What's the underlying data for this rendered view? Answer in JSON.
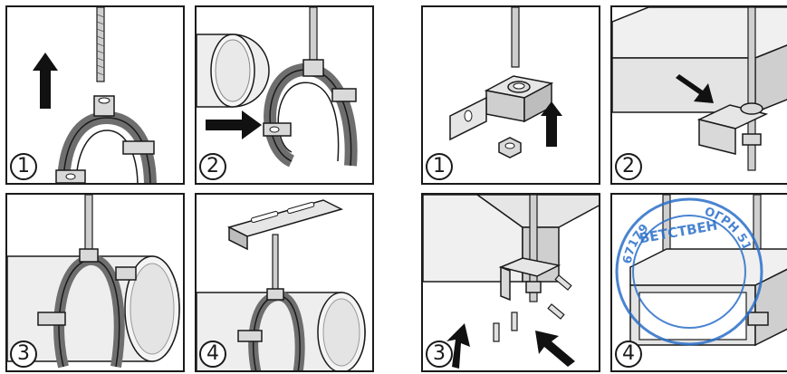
{
  "panels": [
    {
      "step": "1"
    },
    {
      "step": "2"
    },
    {
      "step": "3"
    },
    {
      "step": "4"
    },
    {
      "step": "1"
    },
    {
      "step": "2"
    },
    {
      "step": "3"
    },
    {
      "step": "4"
    }
  ],
  "stamp": {
    "text_top": "67179",
    "text_side": "OГРН 51",
    "text_mid": "ВЕТСТВЕН"
  },
  "colors": {
    "outline": "#1a1a1a",
    "metal": "#d9d9d9",
    "pipe": "#efefef",
    "rubber": "#6e6e6e",
    "stamp": "#2a6fc9"
  }
}
